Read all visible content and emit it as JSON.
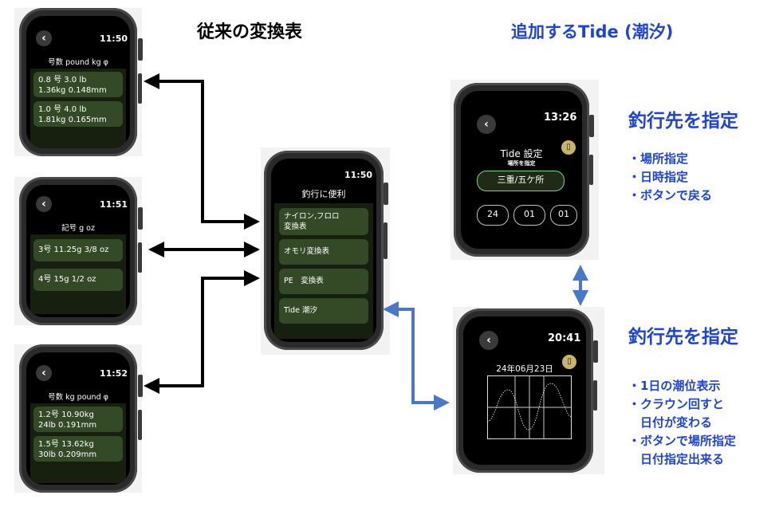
{
  "heading_left": "従来の変換表",
  "heading_right": "追加するTide (潮汐)",
  "watch1": {
    "time": "11:50",
    "header": "号数 pound kg φ",
    "rows": [
      [
        "0.8 号 3.0 lb",
        "1.36kg 0.148mm"
      ],
      [
        "1.0 号 4.0 lb",
        "1.81kg 0.165mm"
      ]
    ]
  },
  "watch2": {
    "time": "11:51",
    "header": "記号 g oz",
    "rows": [
      "3号 11.25g 3/8 oz",
      "4号 15g 1/2 oz"
    ]
  },
  "watch3": {
    "time": "11:52",
    "header": "号数 kg pound φ",
    "rows": [
      [
        "1.2号 10.90kg",
        "24lb 0.191mm"
      ],
      [
        "1.5号 13.62kg",
        "30lb 0.209mm"
      ]
    ]
  },
  "menu": {
    "time": "11:50",
    "title": "釣行に便利",
    "items": [
      [
        "ナイロン,フロロ",
        "変換表"
      ],
      "オモリ変換表",
      "PE　変換表",
      "Tide 潮汐"
    ]
  },
  "tide_settings": {
    "time": "13:26",
    "title": "Tide 設定",
    "subtitle": "場所を指定",
    "location": "三重/五ケ所",
    "date_fields": [
      "24",
      "01",
      "01"
    ]
  },
  "tide_graph": {
    "time": "20:41",
    "date": "24年06月23日"
  },
  "label1": {
    "title": "釣行先を指定",
    "bullets": [
      "・場所指定",
      "・日時指定",
      "・ボタンで戻る"
    ]
  },
  "label2": {
    "title": "釣行先を指定",
    "bullets": [
      "・1日の潮位表示",
      "・クラウン回すと",
      "　日付が変わる",
      "・ボタンで場所指定",
      "　日付指定出来る"
    ]
  },
  "colors": {
    "arrow_black": "#000000",
    "arrow_blue": "#4a78c8",
    "heading_blue": "#1d44d6",
    "cell": "#344a26"
  }
}
